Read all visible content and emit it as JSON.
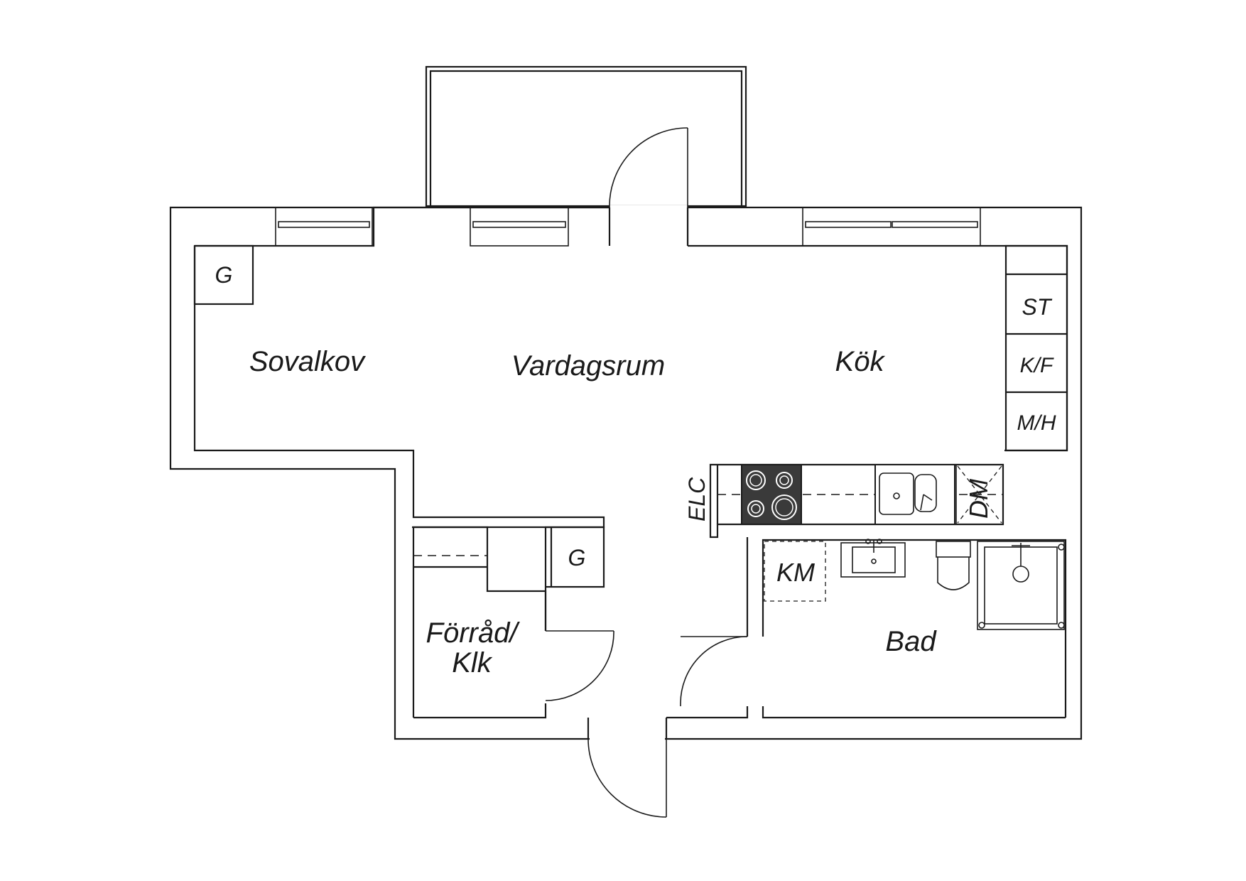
{
  "plan": {
    "rooms": {
      "sovalkov": "Sovalkov",
      "vardagsrum": "Vardagsrum",
      "kok": "Kök",
      "forrad_line1": "Förråd/",
      "forrad_line2": "Klk",
      "bad": "Bad"
    },
    "fixtures": {
      "garderob_top": "G",
      "garderob_hall": "G",
      "stove_cabinet": "ST",
      "fridge_freezer": "K/F",
      "microwave": "M/H",
      "electric_panel": "ELC",
      "dishwasher": "DM",
      "washing_machine": "KM"
    },
    "colors": {
      "line": "#1a1a1a",
      "hob": "#3a3a3a",
      "background": "#ffffff"
    }
  }
}
